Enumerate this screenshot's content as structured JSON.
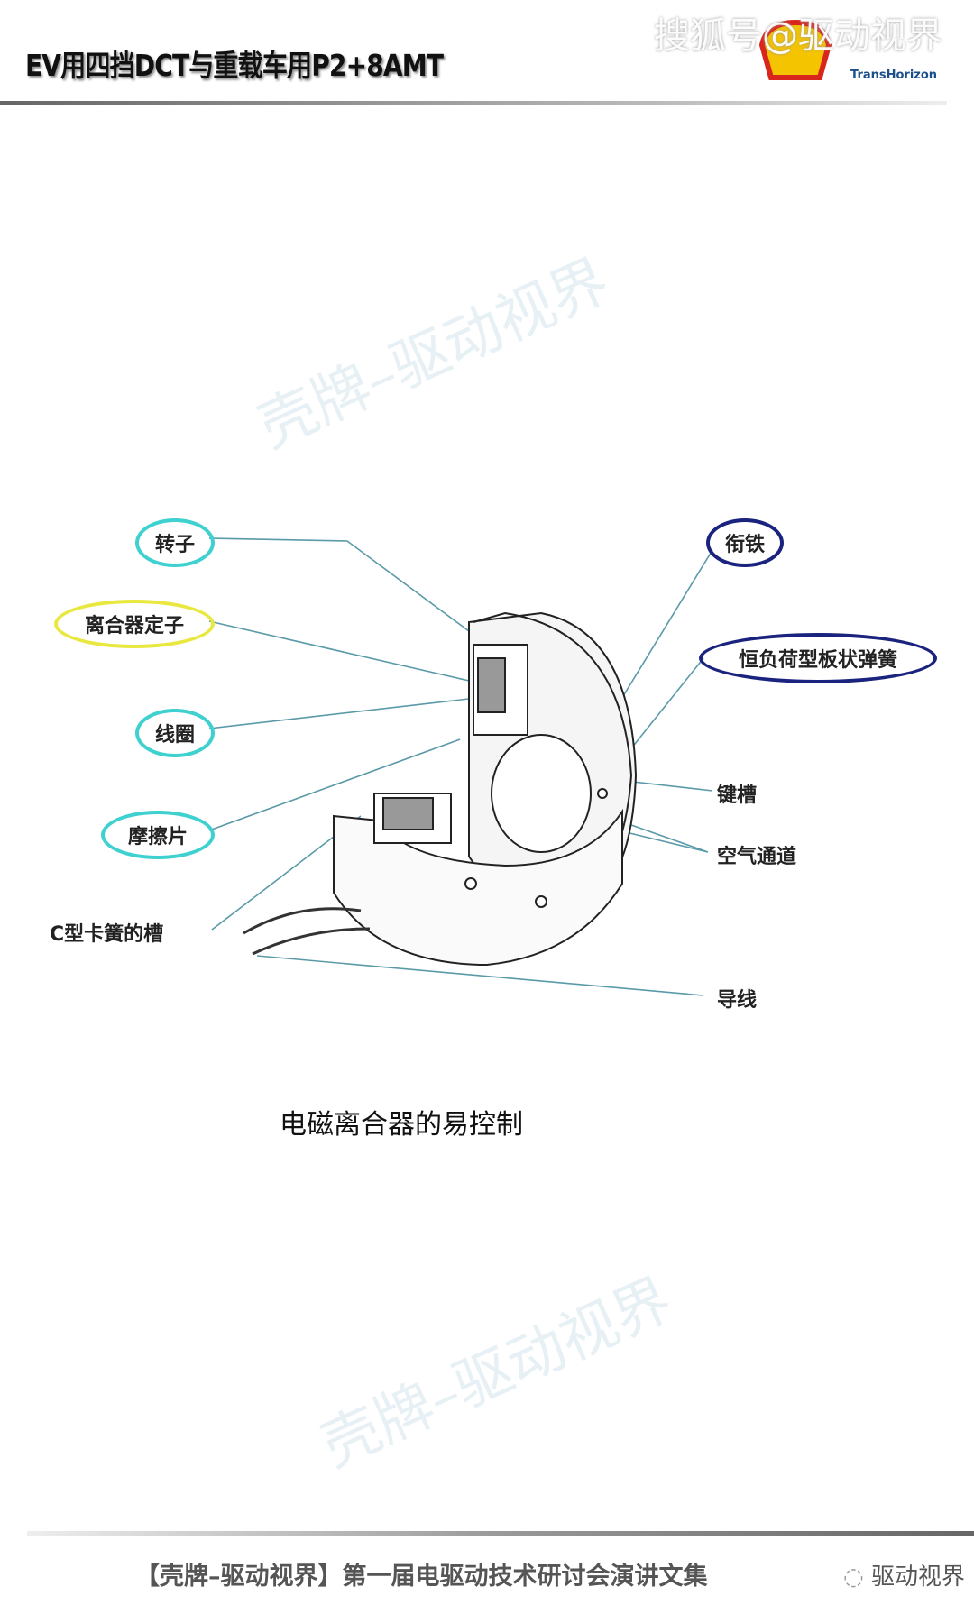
{
  "header": {
    "title": "EV用四挡DCT与重载车用P2+8AMT",
    "watermark_top": "搜狐号@驱动视界",
    "logo_text": "TransHorizon"
  },
  "watermarks": [
    "壳牌–驱动视界",
    "壳牌–驱动视界"
  ],
  "diagram": {
    "left_labels": [
      {
        "text": "转子",
        "ring": "#3fd0d0"
      },
      {
        "text": "离合器定子",
        "ring": "#e8e840"
      },
      {
        "text": "线圈",
        "ring": "#3fd0d0"
      },
      {
        "text": "摩擦片",
        "ring": "#3fd0d0"
      },
      {
        "text": "C型卡簧的槽",
        "ring": ""
      }
    ],
    "right_labels": [
      {
        "text": "衔铁",
        "ring": "#1a237e"
      },
      {
        "text": "恒负荷型板状弹簧",
        "ring": "#1a237e"
      },
      {
        "text": "键槽",
        "ring": ""
      },
      {
        "text": "空气通道",
        "ring": ""
      },
      {
        "text": "导线",
        "ring": ""
      }
    ],
    "caption": "电磁离合器的易控制"
  },
  "footer": {
    "text": "【壳牌–驱动视界】第一届电驱动技术研讨会演讲文集",
    "account": "驱动视界"
  }
}
